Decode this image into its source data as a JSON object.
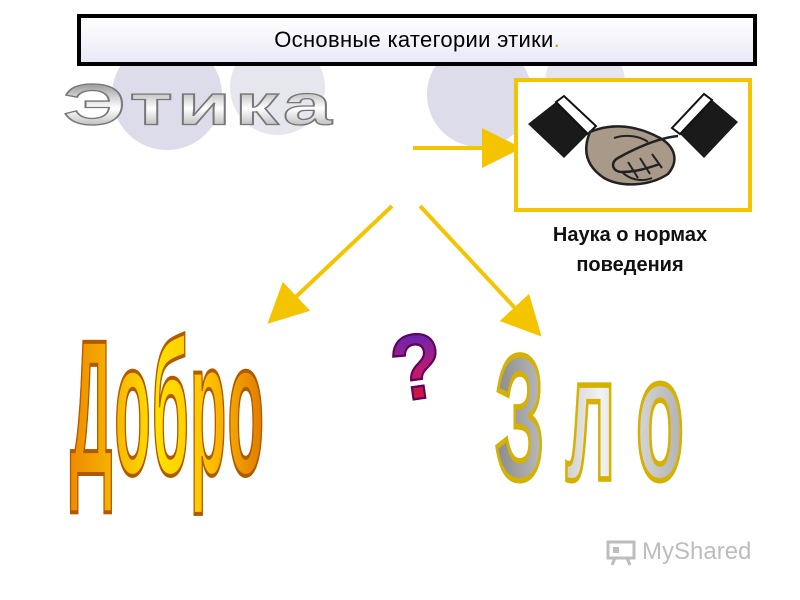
{
  "slide": {
    "title": "Основные категории этики",
    "title_punct": ".",
    "etika": "Этика",
    "definition": "Наука о нормах поведения",
    "dobro": "Добро",
    "question": "?",
    "zlo": "Зло"
  },
  "image": {
    "icon": "handshake-icon"
  },
  "watermark": {
    "text": "MyShared",
    "icon": "projector-icon"
  },
  "colors": {
    "title_border": "#000000",
    "frame_border": "#f5c400",
    "arrow": "#f5c400",
    "dobro": "#f6a400",
    "zlo": "#b0b0b0",
    "etika": "#9a9a9a"
  }
}
